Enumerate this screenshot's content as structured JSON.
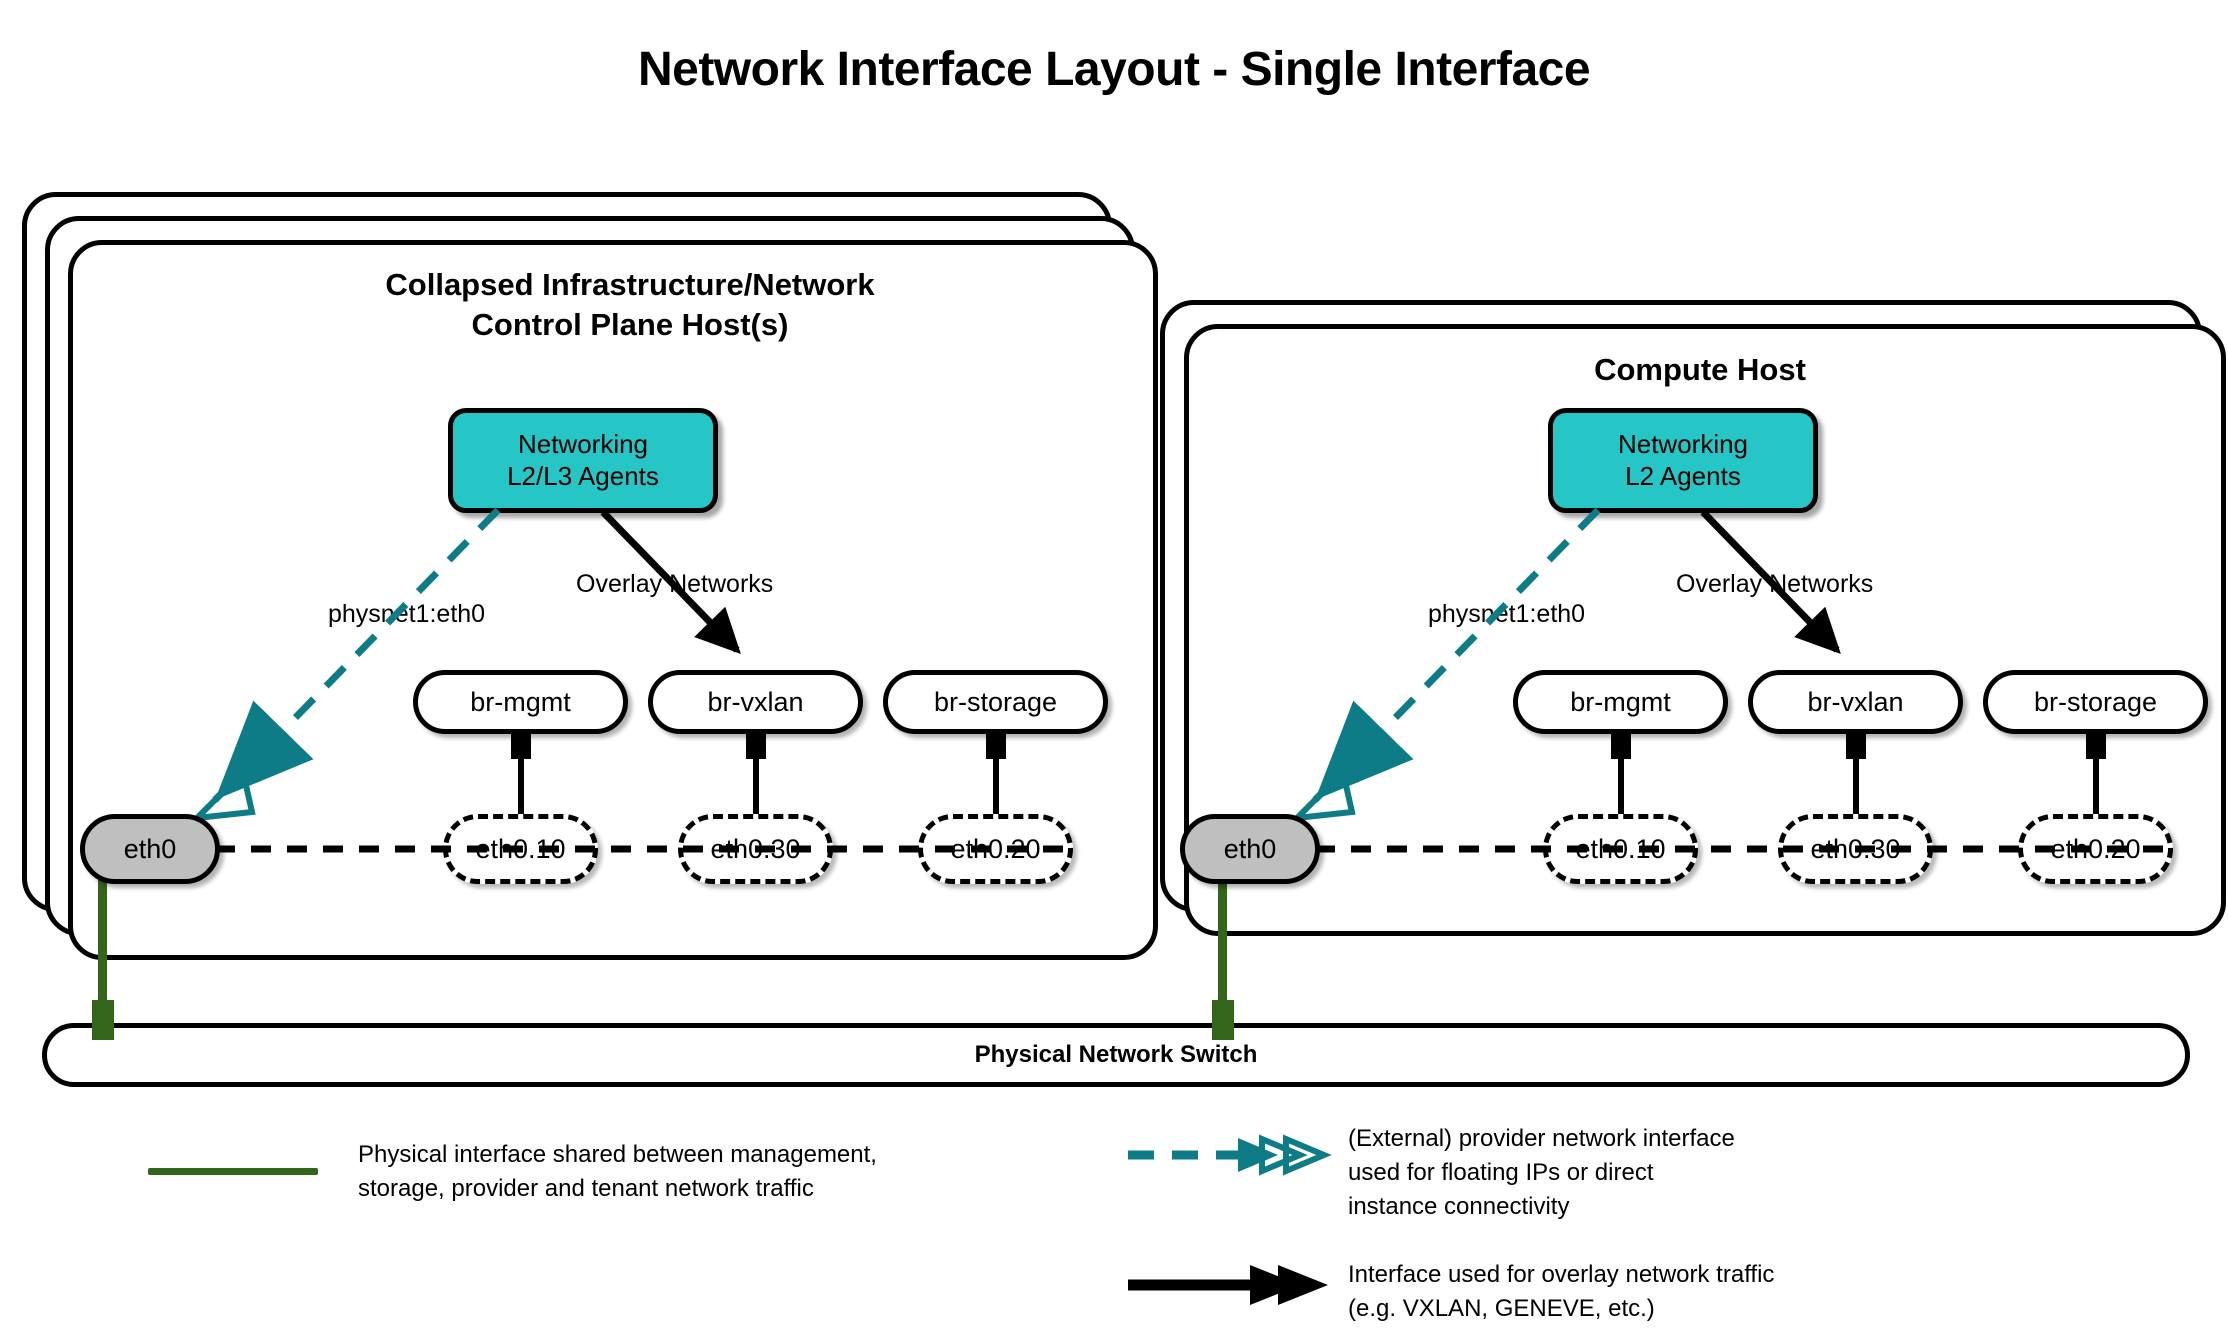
{
  "title": "Network Interface Layout - Single Interface",
  "hosts": [
    {
      "id": "control-plane",
      "title": "Collapsed Infrastructure/Network\nControl Plane Host(s)",
      "stack_layers": 3,
      "agent": {
        "label": "Networking\nL2/L3 Agents",
        "color": "#26c6c6"
      },
      "provider_label": "physnet1:eth0",
      "overlay_label": "Overlay Networks",
      "nic": {
        "label": "eth0",
        "color": "#bfbfbf"
      },
      "bridges": [
        {
          "name": "br-mgmt",
          "vlan": "eth0.10"
        },
        {
          "name": "br-vxlan",
          "vlan": "eth0.30"
        },
        {
          "name": "br-storage",
          "vlan": "eth0.20"
        }
      ]
    },
    {
      "id": "compute",
      "title": "Compute Host",
      "stack_layers": 2,
      "agent": {
        "label": "Networking\nL2 Agents",
        "color": "#26c6c6"
      },
      "provider_label": "physnet1:eth0",
      "overlay_label": "Overlay Networks",
      "nic": {
        "label": "eth0",
        "color": "#bfbfbf"
      },
      "bridges": [
        {
          "name": "br-mgmt",
          "vlan": "eth0.10"
        },
        {
          "name": "br-vxlan",
          "vlan": "eth0.30"
        },
        {
          "name": "br-storage",
          "vlan": "eth0.20"
        }
      ]
    }
  ],
  "switch": {
    "label": "Physical Network Switch",
    "port_color": "#33661a"
  },
  "legend": [
    {
      "id": "physical-interface",
      "style": "solid-green-line",
      "color": "#33661a",
      "text": "Physical interface shared between management,\nstorage, provider and tenant network traffic"
    },
    {
      "id": "provider-network",
      "style": "dashed-teal-double-arrow",
      "color": "#0e7c86",
      "text": "(External) provider network interface\nused for floating IPs or direct\ninstance connectivity"
    },
    {
      "id": "overlay-network",
      "style": "solid-black-double-arrow",
      "color": "#000000",
      "text": "Interface used for overlay network traffic\n(e.g. VXLAN, GENEVE, etc.)"
    }
  ]
}
